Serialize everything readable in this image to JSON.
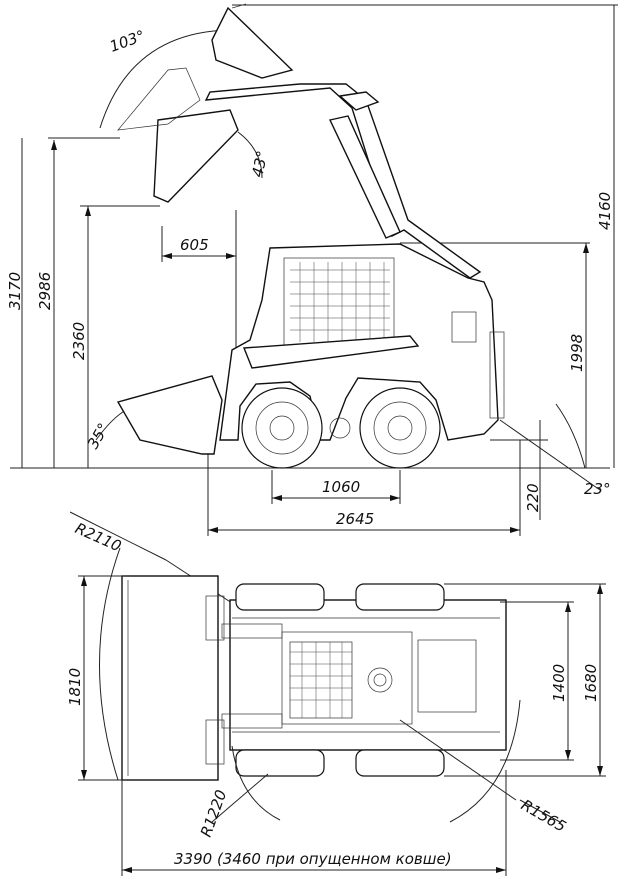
{
  "dimensions": {
    "angle_top": "103°",
    "angle_dump": "43°",
    "reach": "605",
    "height_3170": "3170",
    "height_2986": "2986",
    "height_2360": "2360",
    "height_4160": "4160",
    "height_1998": "1998",
    "angle_bucket_ground": "35°",
    "angle_departure": "23°",
    "wheelbase": "1060",
    "ground_clearance": "220",
    "length_body": "2645",
    "radius_bucket": "R2110",
    "width_bucket": "1810",
    "track_width": "1400",
    "width_body": "1680",
    "radius_inner": "R1220",
    "radius_rear": "R1565",
    "total_length": "3390 (3460 при опущенном ковше)"
  }
}
